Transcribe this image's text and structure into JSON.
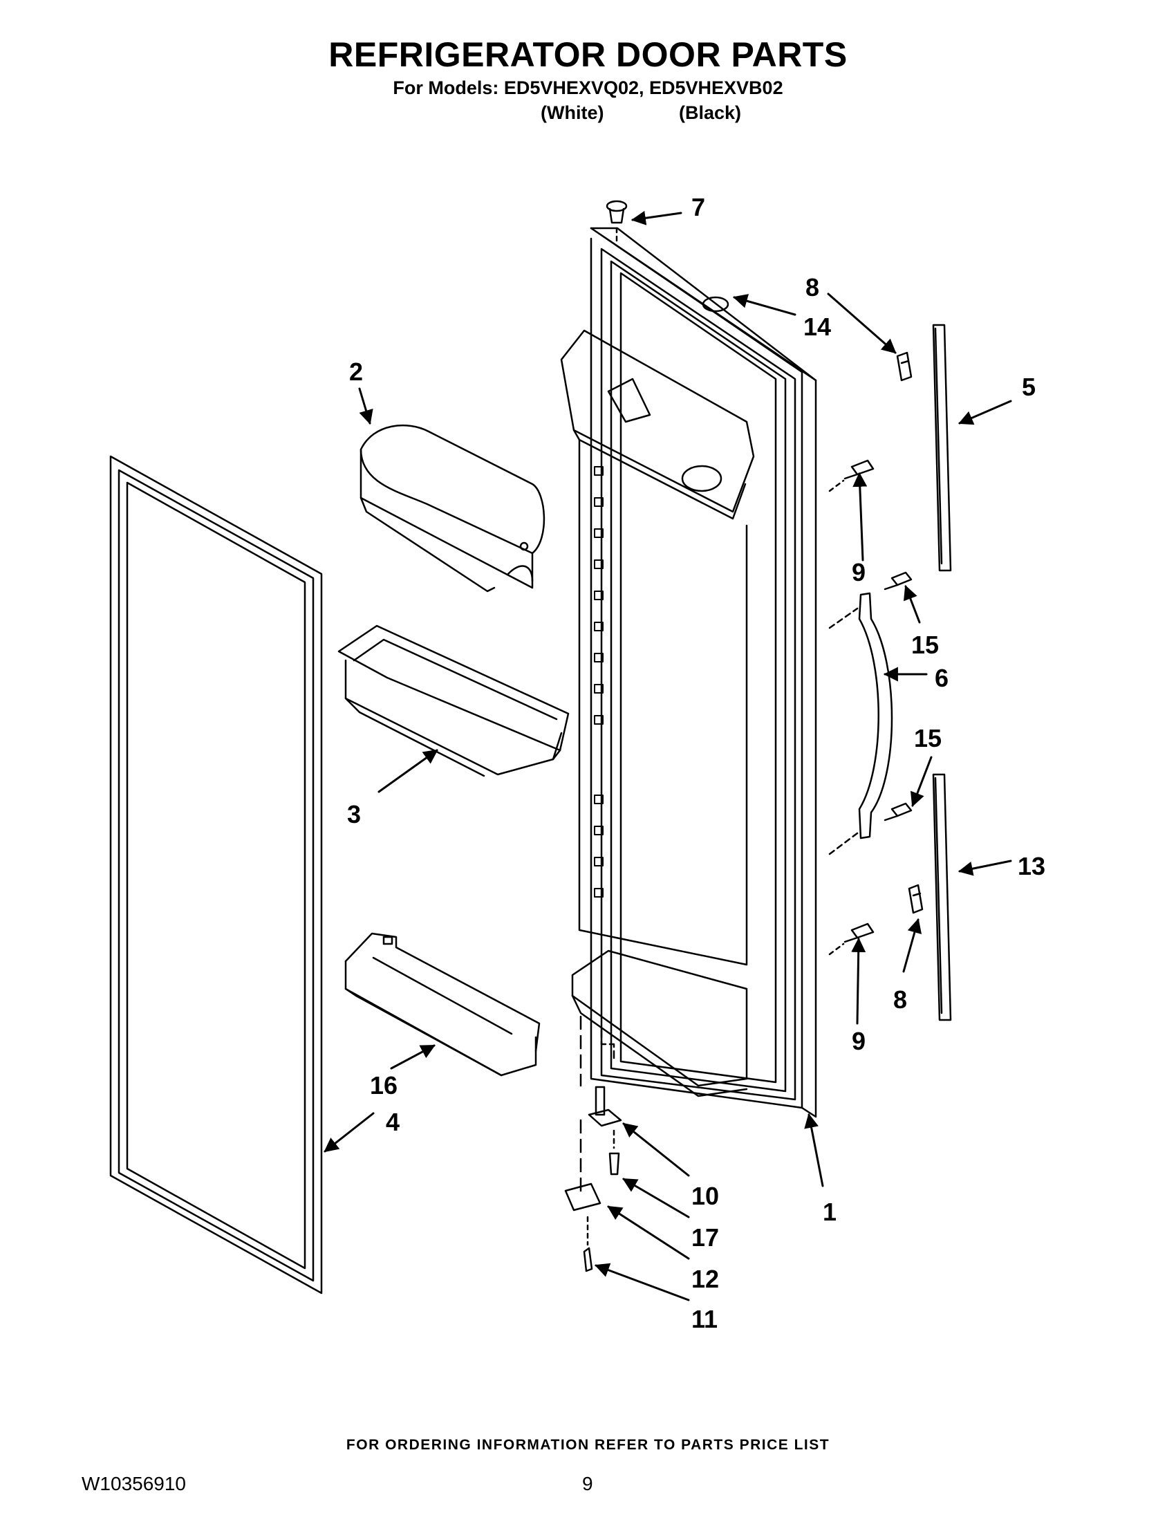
{
  "header": {
    "title": "REFRIGERATOR DOOR PARTS",
    "models_line": "For Models: ED5VHEXVQ02, ED5VHEXVB02",
    "variant_white": "(White)",
    "variant_black": "(Black)"
  },
  "callouts": [
    "1",
    "2",
    "3",
    "4",
    "5",
    "6",
    "7",
    "8",
    "8",
    "9",
    "9",
    "10",
    "11",
    "12",
    "13",
    "14",
    "15",
    "15",
    "16",
    "17"
  ],
  "footer": {
    "ordering_note": "FOR ORDERING INFORMATION REFER TO PARTS PRICE LIST",
    "document_number": "W10356910",
    "page_number": "9"
  }
}
